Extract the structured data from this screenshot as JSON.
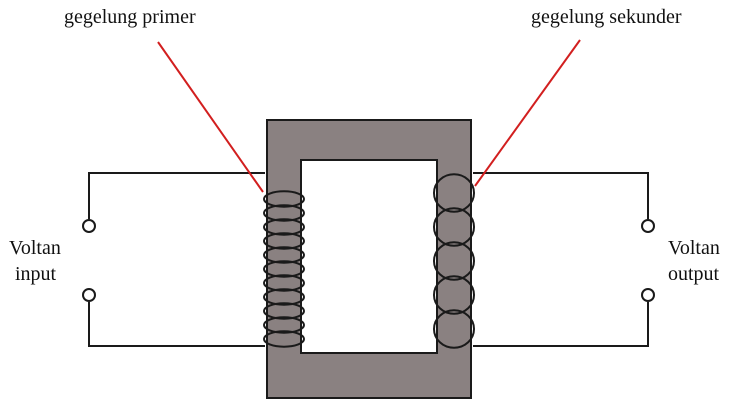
{
  "labels": {
    "primary_coil": "gegelung primer",
    "secondary_coil": "gegelung sekunder",
    "input_line1": "Voltan",
    "input_line2": "input",
    "output_line1": "Voltan",
    "output_line2": "output"
  },
  "primary_coil_turns": 11,
  "secondary_coil_turns": 5,
  "colors": {
    "core_fill": "#8a8181",
    "outline": "#1a1a1a",
    "wire": "#1a1a1a",
    "pointer": "#d21f1f",
    "terminal_fill": "#ffffff",
    "background": "#ffffff"
  }
}
